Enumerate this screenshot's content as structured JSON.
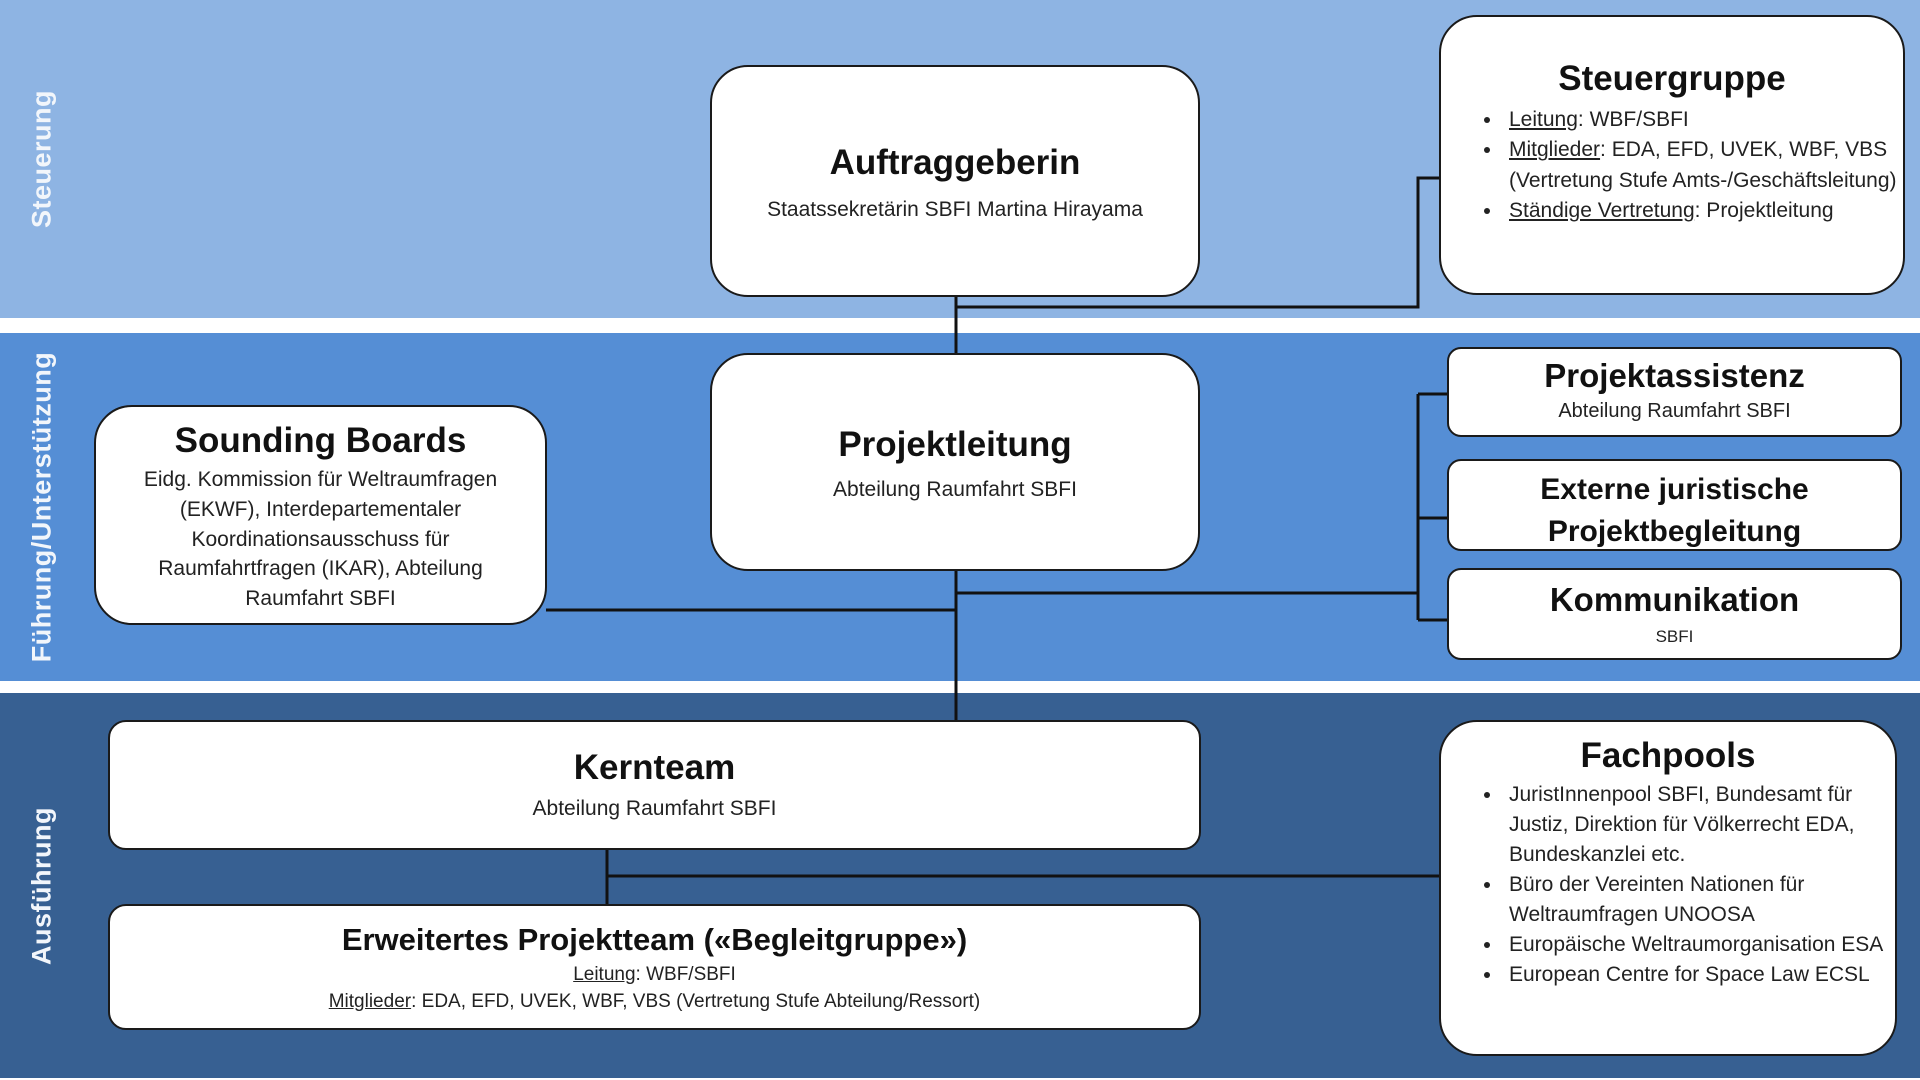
{
  "bands": {
    "steuerung": "Steuerung",
    "fuehrung": "Führung/Unterstützung",
    "ausfuehrung": "Ausführung"
  },
  "auftraggeberin": {
    "title": "Auftraggeberin",
    "subtitle": "Staatssekretärin SBFI Martina Hirayama"
  },
  "steuergruppe": {
    "title": "Steuergruppe",
    "leitung_label": "Leitung",
    "leitung_value": ": WBF/SBFI",
    "mitglieder_label": "Mitglieder",
    "mitglieder_value": ": EDA, EFD, UVEK, WBF, VBS (Vertretung Stufe Amts-/Geschäftsleitung)",
    "vertretung_label": "Ständige Vertretung",
    "vertretung_value": ": Projektleitung"
  },
  "projektleitung": {
    "title": "Projektleitung",
    "subtitle": "Abteilung Raumfahrt SBFI"
  },
  "sounding_boards": {
    "title": "Sounding Boards",
    "subtitle": "Eidg. Kommission für Weltraumfragen (EKWF), Interdepartementaler Koordinationsausschuss für Raumfahrtfragen (IKAR), Abteilung Raumfahrt SBFI"
  },
  "projektassistenz": {
    "title": "Projektassistenz",
    "subtitle": "Abteilung Raumfahrt SBFI"
  },
  "externe": {
    "line1": "Externe juristische",
    "line2": "Projektbegleitung"
  },
  "kommunikation": {
    "title": "Kommunikation",
    "subtitle": "SBFI"
  },
  "kernteam": {
    "title": "Kernteam",
    "subtitle": "Abteilung Raumfahrt SBFI"
  },
  "erweitertes": {
    "title": "Erweitertes Projektteam («Begleitgruppe»)",
    "leitung_label": "Leitung",
    "leitung_value": ":  WBF/SBFI",
    "mitglieder_label": "Mitglieder",
    "mitglieder_value": ": EDA, EFD, UVEK, WBF, VBS (Vertretung Stufe Abteilung/Ressort)"
  },
  "fachpools": {
    "title": "Fachpools",
    "items": [
      "JuristInnenpool SBFI, Bundesamt für Justiz, Direktion für Völkerrecht EDA, Bundeskanzlei etc.",
      "Büro der Vereinten Nationen für Weltraumfragen UNOOSA",
      "Europäische Weltraumorganisation ESA",
      "European Centre for Space Law ECSL"
    ]
  },
  "colors": {
    "band_steuerung": "#8eb4e3",
    "band_fuehrung": "#558ed5",
    "band_ausfuehrung": "#376092",
    "box_fill": "#ffffff",
    "box_border": "#1a1a1a"
  }
}
